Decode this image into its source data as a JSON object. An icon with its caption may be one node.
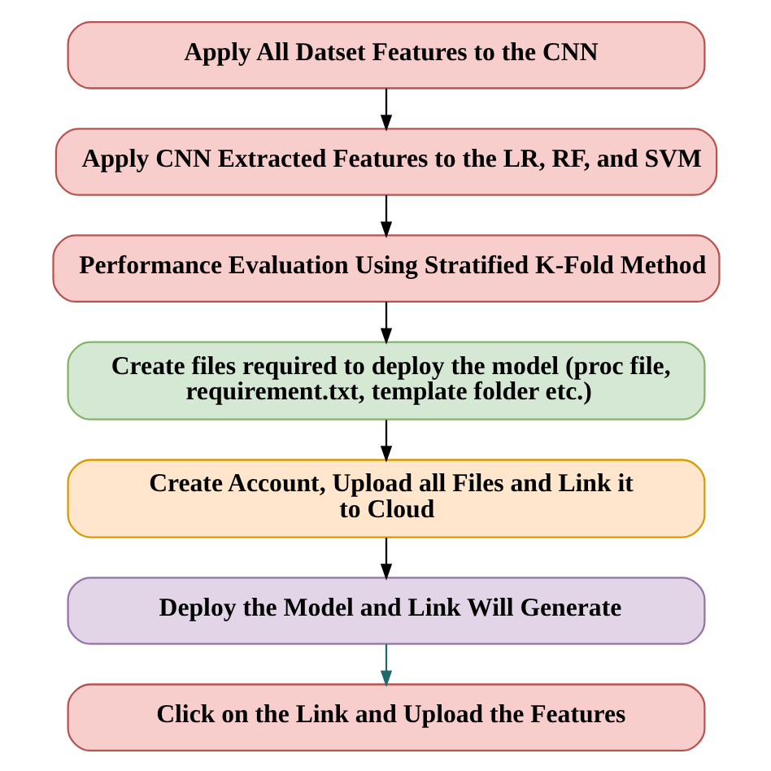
{
  "diagram": {
    "nodes": [
      {
        "text": [
          "Apply All Datset Features to the CNN"
        ]
      },
      {
        "text": [
          "Apply CNN Extracted Features to the LR, RF, and SVM"
        ]
      },
      {
        "text": [
          "Performance Evaluation Using Stratified K-Fold Method"
        ]
      },
      {
        "text": [
          "Create files required to deploy the model (proc file, requirement.txt, template folder etc.)"
        ]
      },
      {
        "text": [
          "Create Account, Upload all Files and Link it to Cloud"
        ]
      },
      {
        "text": [
          "Deploy the Model and Link Will Generate"
        ]
      },
      {
        "text": [
          "Click on the Link and Upload the Features"
        ]
      }
    ],
    "edges": [
      {
        "from": 0,
        "to": 1,
        "arrow": "to"
      },
      {
        "from": 1,
        "to": 2,
        "arrow": "to"
      },
      {
        "from": 2,
        "to": 3,
        "arrow": "to"
      },
      {
        "from": 3,
        "to": 4,
        "arrow": "to"
      },
      {
        "from": 4,
        "to": 5,
        "arrow": "to"
      },
      {
        "from": 5,
        "to": 6,
        "arrow": "to",
        "color": "#1f6b6b"
      }
    ]
  }
}
